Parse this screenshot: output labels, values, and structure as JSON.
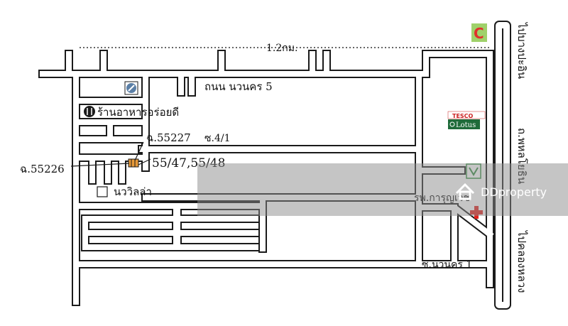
{
  "map": {
    "labels": {
      "distance": "1.2กม.",
      "road_main": "ถนน นวนคร 5",
      "restaurant": "ร้านอาหารอร่อยดี",
      "lot_a": "ฉ.55227",
      "soi_a": "ซ.4/1",
      "lot_b": "ฉ.55226",
      "house_no": "55/47,55/48",
      "village": "นววิลล่า",
      "hospital": "รพ.การุญเวช",
      "soi_b": "ซ.นวนคร 1",
      "to_bang_pa_in": "ไปบางปะอิน",
      "phahon_rd": "ถ.พหลโยธิน",
      "to_khlong_luang": "ไปคลองหลวง",
      "tesco_top": "TESCO",
      "tesco_bottom": "Lotus"
    },
    "watermark": "DDproperty",
    "colors": {
      "road_outline": "#1a1a1a",
      "caltex_green": "#9fd16a",
      "caltex_red": "#e0312b",
      "hospital_red": "#e3211c",
      "tesco_green": "#1f6b3a",
      "bank_green": "#2e8b3d",
      "plot_orange": "#e79a3a",
      "lotus_badge": "#5b7fa6",
      "watermark_band": "#8c8c8c"
    },
    "icons": [
      "caltex-icon",
      "tesco-lotus-icon",
      "kasikorn-bank-icon",
      "hospital-cross-icon",
      "restaurant-icon",
      "lotus-badge-icon",
      "house-plot-icon",
      "home-marker-icon"
    ]
  }
}
